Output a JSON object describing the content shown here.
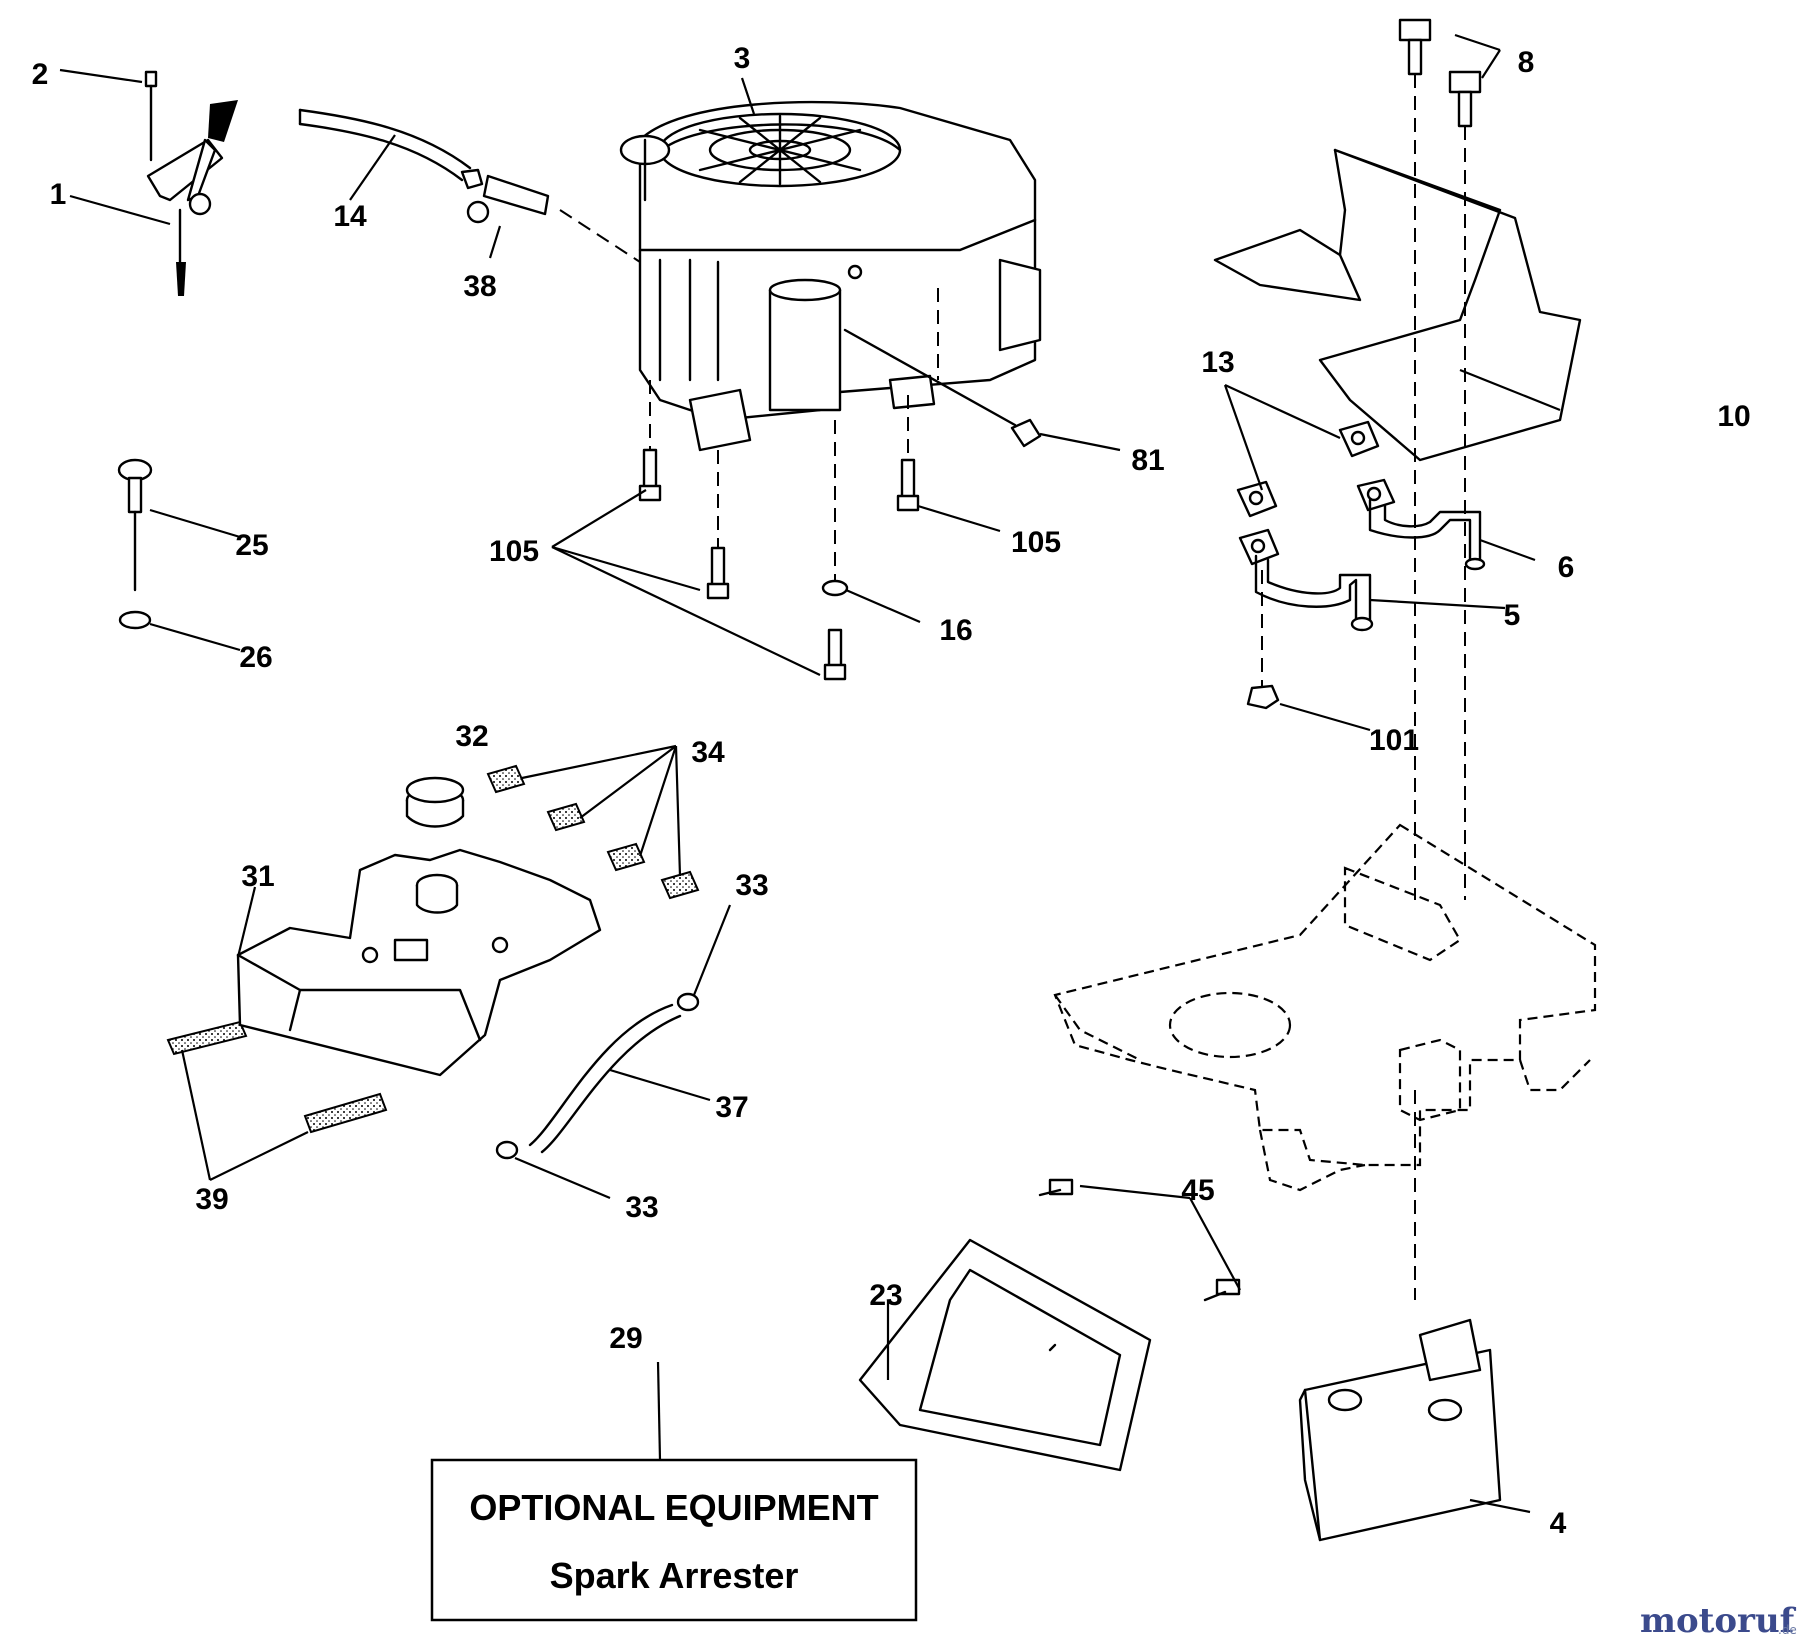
{
  "optional_box": {
    "title": "OPTIONAL EQUIPMENT",
    "subtitle": "Spark Arrester"
  },
  "watermark": {
    "brand": "motoruf",
    "suffix": ".de",
    "colors": [
      "#3b4a8c",
      "#d03a2a",
      "#6b7aa6"
    ]
  },
  "callouts": {
    "c1": "1",
    "c2": "2",
    "c3": "3",
    "c4": "4",
    "c5": "5",
    "c6": "6",
    "c8": "8",
    "c10": "10",
    "c13": "13",
    "c14": "14",
    "c16": "16",
    "c23": "23",
    "c25": "25",
    "c26": "26",
    "c29": "29",
    "c31": "31",
    "c32": "32",
    "c33a": "33",
    "c33b": "33",
    "c34": "34",
    "c37": "37",
    "c38": "38",
    "c39": "39",
    "c45": "45",
    "c81": "81",
    "c101": "101",
    "c105a": "105",
    "c105b": "105"
  }
}
